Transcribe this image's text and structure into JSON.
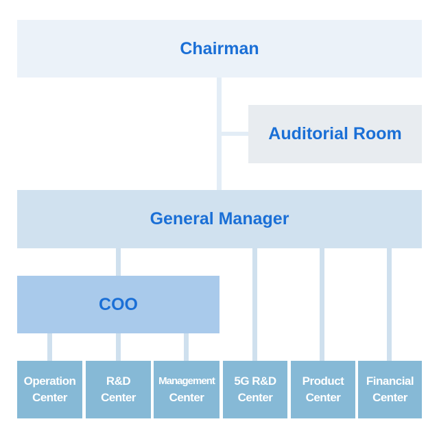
{
  "colors": {
    "chairman_bg": "#ebf2f9",
    "auditorial_bg": "#e8ecf0",
    "manager_bg": "#d0e1ef",
    "coo_bg": "#a9caeb",
    "leaf_bg": "#86b9d6",
    "line_light": "#e3edf6",
    "line_mid": "#cfe0ee",
    "title_text": "#1a6fd6",
    "leaf_text": "#ffffff"
  },
  "chart": {
    "chairman": "Chairman",
    "auditorial": "Auditorial Room",
    "general_manager": "General Manager",
    "coo": "COO",
    "centers": [
      {
        "line1": "Operation",
        "line2": "Center"
      },
      {
        "line1": "R&D",
        "line2": "Center"
      },
      {
        "line1": "Management",
        "line2": "Center"
      },
      {
        "line1": "5G R&D",
        "line2": "Center"
      },
      {
        "line1": "Product",
        "line2": "Center"
      },
      {
        "line1": "Financial",
        "line2": "Center"
      }
    ]
  }
}
